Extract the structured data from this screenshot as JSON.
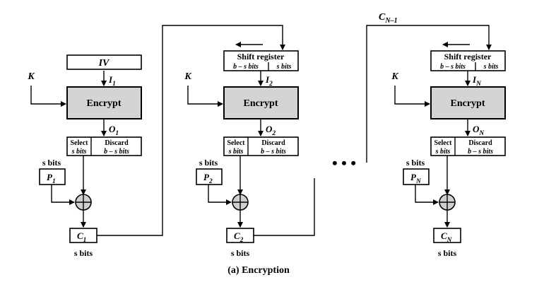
{
  "caption": "(a) Encryption",
  "ellipsis": "• • •",
  "carry_label": {
    "base": "C",
    "sub": "N–1"
  },
  "stages": [
    {
      "input_box_text": "IV",
      "shift_register": null,
      "key": "K",
      "i_label": {
        "base": "I",
        "sub": "1"
      },
      "encrypt": "Encrypt",
      "o_label": {
        "base": "O",
        "sub": "1"
      },
      "select": {
        "line1": "Select",
        "line2": "s bits"
      },
      "discard": {
        "line1": "Discard",
        "line2": "b – s bits"
      },
      "s_bits_top": "s bits",
      "p_label": {
        "base": "P",
        "sub": "1"
      },
      "c_label": {
        "base": "C",
        "sub": "1"
      },
      "s_bits_bottom": "s bits"
    },
    {
      "input_box_text": null,
      "shift_register": {
        "title": "Shift register",
        "left": "b – s bits",
        "right": "s bits"
      },
      "key": "K",
      "i_label": {
        "base": "I",
        "sub": "2"
      },
      "encrypt": "Encrypt",
      "o_label": {
        "base": "O",
        "sub": "2"
      },
      "select": {
        "line1": "Select",
        "line2": "s bits"
      },
      "discard": {
        "line1": "Discard",
        "line2": "b – s bits"
      },
      "s_bits_top": "s bits",
      "p_label": {
        "base": "P",
        "sub": "2"
      },
      "c_label": {
        "base": "C",
        "sub": "2"
      },
      "s_bits_bottom": "s bits"
    },
    {
      "input_box_text": null,
      "shift_register": {
        "title": "Shift register",
        "left": "b – s bits",
        "right": "s bits"
      },
      "key": "K",
      "i_label": {
        "base": "I",
        "sub": "N"
      },
      "encrypt": "Encrypt",
      "o_label": {
        "base": "O",
        "sub": "N"
      },
      "select": {
        "line1": "Select",
        "line2": "s bits"
      },
      "discard": {
        "line1": "Discard",
        "line2": "b – s bits"
      },
      "s_bits_top": "s bits",
      "p_label": {
        "base": "P",
        "sub": "N"
      },
      "c_label": {
        "base": "C",
        "sub": "N"
      },
      "s_bits_bottom": "s bits"
    }
  ],
  "colors": {
    "encrypt_fill": "#d4d4d4",
    "line": "#000000"
  }
}
